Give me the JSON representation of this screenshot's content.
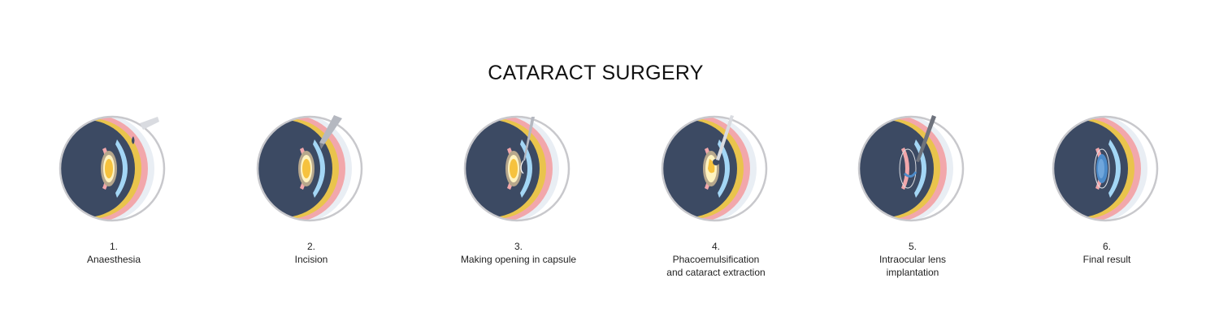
{
  "title": "CATARACT SURGERY",
  "colors": {
    "eye_interior": "#3c4a63",
    "circle_border": "#c8c8cc",
    "cornea": "#a3d6f5",
    "iris_pink": "#f2a7ab",
    "sclera_band": "#e9c44c",
    "lens_ring": "#b7a78c",
    "lens_core": "#f6c23e",
    "instrument": "#b5b8c0",
    "iol_blue": "#4d8bc9"
  },
  "steps": [
    {
      "number": "1.",
      "label": "Anaesthesia",
      "label_line2": "",
      "tool_icon": "eye-drop-dropper-icon"
    },
    {
      "number": "2.",
      "label": "Incision",
      "label_line2": "",
      "tool_icon": "scalpel-icon"
    },
    {
      "number": "3.",
      "label": "Making opening in capsule",
      "label_line2": "",
      "tool_icon": "needle-icon"
    },
    {
      "number": "4.",
      "label": "Phacoemulsification",
      "label_line2": "and cataract extraction",
      "tool_icon": "phaco-probe-icon"
    },
    {
      "number": "5.",
      "label": "Intraocular lens",
      "label_line2": "implantation",
      "tool_icon": "lens-injector-icon"
    },
    {
      "number": "6.",
      "label": "Final result",
      "label_line2": "",
      "tool_icon": "intraocular-lens-icon"
    }
  ]
}
